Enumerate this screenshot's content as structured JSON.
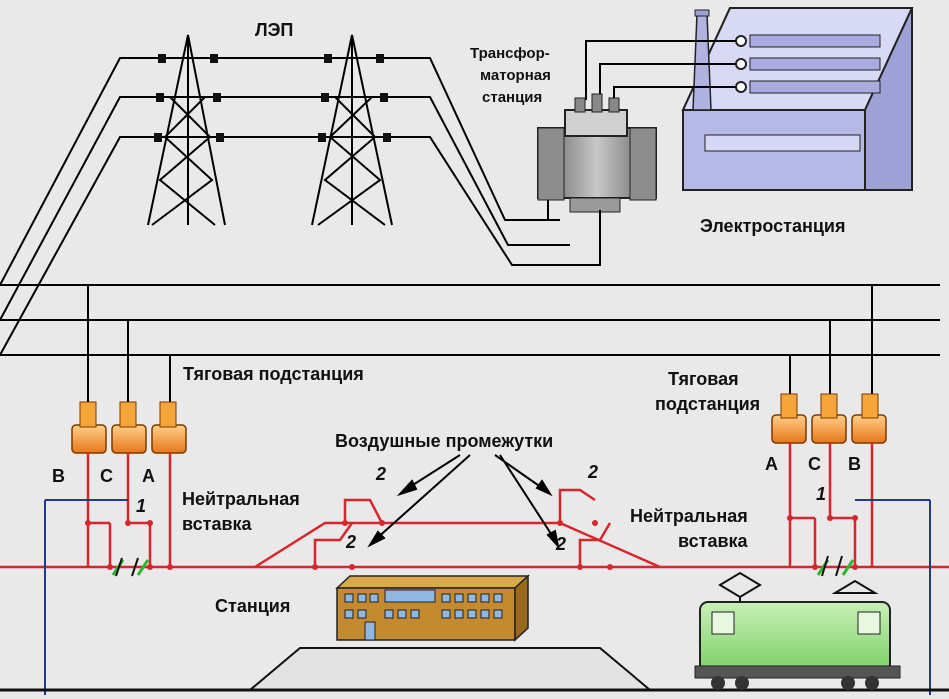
{
  "labels": {
    "power_line": "ЛЭП",
    "transformer_station": [
      "Трансфор-",
      "маторная",
      "станция"
    ],
    "power_plant": "Электростанция",
    "traction_substation_left": "Тяговая подстанция",
    "traction_substation_right": [
      "Тяговая",
      "подстанция"
    ],
    "air_gaps": "Воздушные промежутки",
    "neutral_insert_left": [
      "Нейтральная",
      "вставка"
    ],
    "neutral_insert_right": [
      "Нейтральная",
      "вставка"
    ],
    "station": "Станция"
  },
  "phases_left": [
    "B",
    "C",
    "A"
  ],
  "phases_right": [
    "A",
    "C",
    "B"
  ],
  "markers": {
    "one": "1",
    "two": "2"
  },
  "colors": {
    "wire": "#000000",
    "catenary": "#d8262d",
    "transformer_body": "#7a7a7a",
    "plant_fill": "#c4c6ee",
    "substation_orange": "#f08a1c",
    "station_building": "#b9812c",
    "locomotive": "#9fdc8a",
    "insulator_green": "#2fb52f"
  }
}
